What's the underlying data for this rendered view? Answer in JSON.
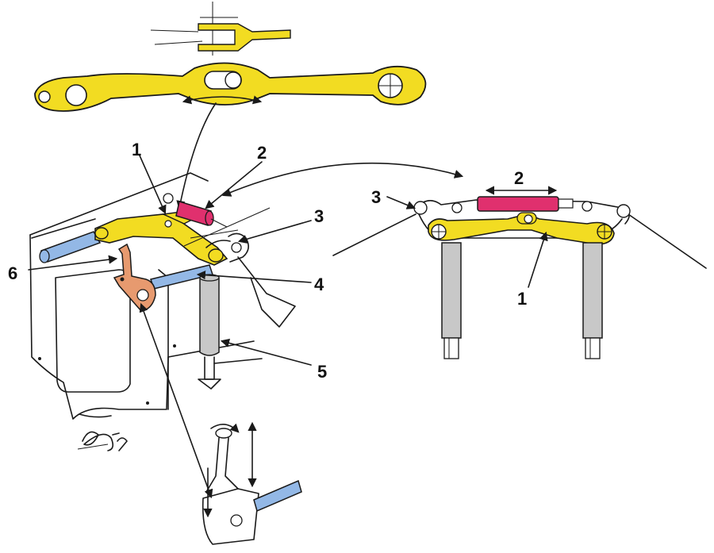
{
  "figure": {
    "colors": {
      "steering_link": "#f2dc22",
      "damper": "#e0306e",
      "tie_rod": "#93b8e6",
      "bracket": "#e79a6f",
      "column": "#c8c8c8",
      "outline": "#1a1a1a"
    },
    "labels": {
      "main_link": "1",
      "damper": "2",
      "idler_arm": "3",
      "relay_arm": "4",
      "column": "5",
      "tie_rod": "6",
      "detail_idler_arm": "3",
      "detail_damper": "2",
      "detail_link": "1"
    }
  }
}
